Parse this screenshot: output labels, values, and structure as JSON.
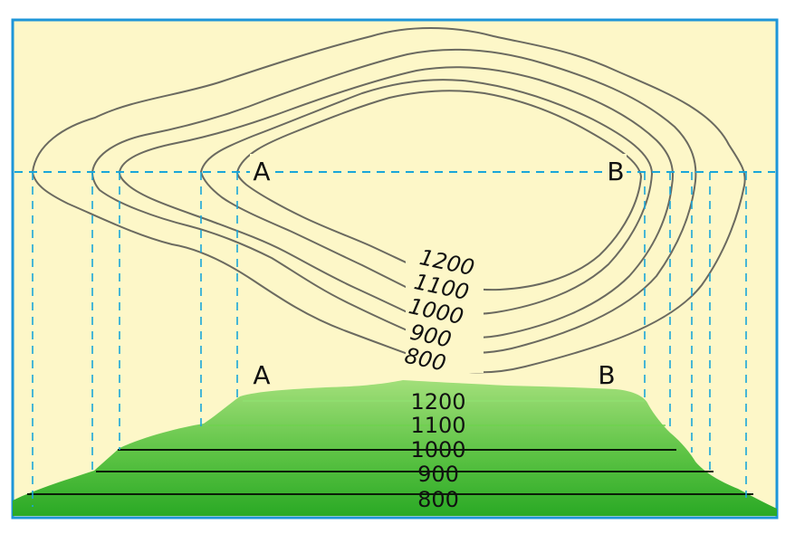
{
  "colors": {
    "background": "#fdf7c8",
    "frame": "#1e96d8",
    "guide": "#1aa6d9",
    "contour": "#6b6a60",
    "profile_top": "#9fde78",
    "profile_bottom": "#2fae2a"
  },
  "contour_map": {
    "point_a": "A",
    "point_b": "B",
    "labels": [
      "1200",
      "1100",
      "1000",
      "900",
      "800"
    ]
  },
  "profile": {
    "point_a": "A",
    "point_b": "B",
    "labels": [
      "1200",
      "1100",
      "1000",
      "900",
      "800"
    ]
  }
}
